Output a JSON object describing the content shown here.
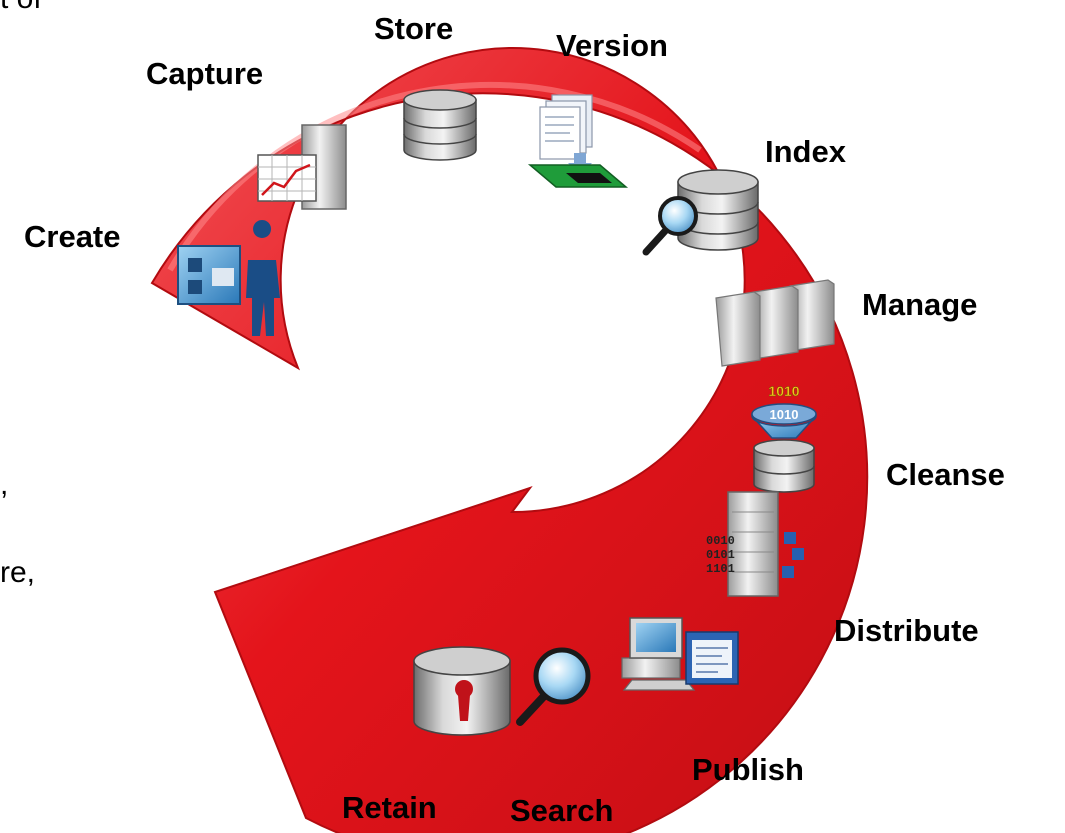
{
  "clipped_text": {
    "top_left": "t of",
    "left_mid": ",",
    "left_lower": "re,"
  },
  "stages": [
    {
      "id": "create",
      "label": "Create",
      "icon": "person-at-computer-icon"
    },
    {
      "id": "capture",
      "label": "Capture",
      "icon": "chart-document-icon"
    },
    {
      "id": "store",
      "label": "Store",
      "icon": "database-icon"
    },
    {
      "id": "version",
      "label": "Version",
      "icon": "documents-to-disk-icon"
    },
    {
      "id": "index",
      "label": "Index",
      "icon": "database-magnifier-icon"
    },
    {
      "id": "manage",
      "label": "Manage",
      "icon": "server-stack-icon"
    },
    {
      "id": "cleanse",
      "label": "Cleanse",
      "icon": "binary-funnel-database-icon"
    },
    {
      "id": "distribute",
      "label": "Distribute",
      "icon": "binary-server-icon"
    },
    {
      "id": "publish",
      "label": "Publish",
      "icon": "computer-webpage-icon"
    },
    {
      "id": "search",
      "label": "Search",
      "icon": "magnifier-icon"
    },
    {
      "id": "retain",
      "label": "Retain",
      "icon": "locked-database-icon"
    }
  ],
  "colors": {
    "arrow": "#e4141b",
    "arrow_highlight": "#f65a5e",
    "arrow_shadow": "#a30b10",
    "text": "#000000"
  }
}
